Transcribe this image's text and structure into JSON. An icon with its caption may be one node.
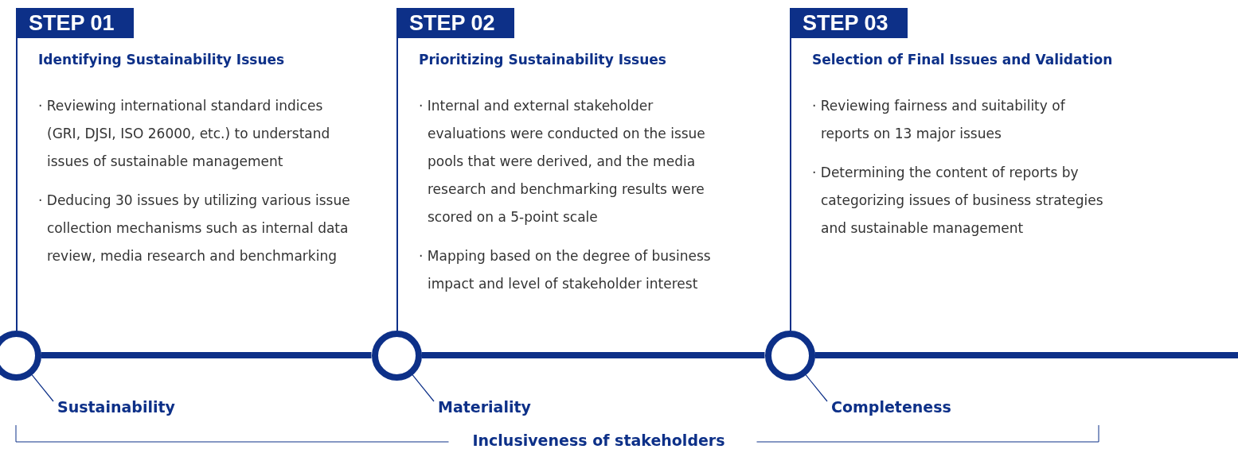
{
  "diagram": {
    "nodes": [
      {
        "text": [
          "STEP 01",
          "Identifying Sustainability Issues",
          "· Reviewing international standard indices (GRI, DJSI, ISO 26000, etc.) to understand issues of sustainable management",
          "· Deducing 30 issues by utilizing various issue collection mechanisms such as internal data review, media research and benchmarking"
        ]
      },
      {
        "text": [],
        "shape": "circle"
      },
      {
        "text": [
          "Sustainability"
        ]
      },
      {
        "text": [
          "STEP 02",
          "Prioritizing Sustainability Issues",
          "· Internal and external stakeholder evaluations were conducted on the issue pools that were derived, and the media research and benchmarking results were scored on a 5-point scale",
          "· Mapping based on the degree of business impact and level of stakeholder interest"
        ]
      },
      {
        "text": [],
        "shape": "circle"
      },
      {
        "text": [
          "Materiality"
        ]
      },
      {
        "text": [
          "STEP 03",
          "Selection of Final Issues and Validation",
          "· Reviewing fairness and suitability of reports on 13 major issues",
          "· Determining the content of reports by categorizing issues of business strategies and sustainable management"
        ]
      },
      {
        "text": [],
        "shape": "circle"
      },
      {
        "text": [
          "Completeness"
        ]
      }
    ],
    "edges": [
      {
        "from": 1,
        "to": 4,
        "arrow": "none",
        "style": "thick"
      },
      {
        "from": 4,
        "to": 7,
        "arrow": "none",
        "style": "thick"
      },
      {
        "from": 7,
        "to": null,
        "arrow": "none",
        "style": "thick"
      },
      {
        "from": 2,
        "to": 1,
        "arrow": "none"
      },
      {
        "from": 5,
        "to": 4,
        "arrow": "none"
      },
      {
        "from": 8,
        "to": 7,
        "arrow": "none"
      }
    ],
    "labels": [
      "Inclusiveness of stakeholders"
    ]
  }
}
